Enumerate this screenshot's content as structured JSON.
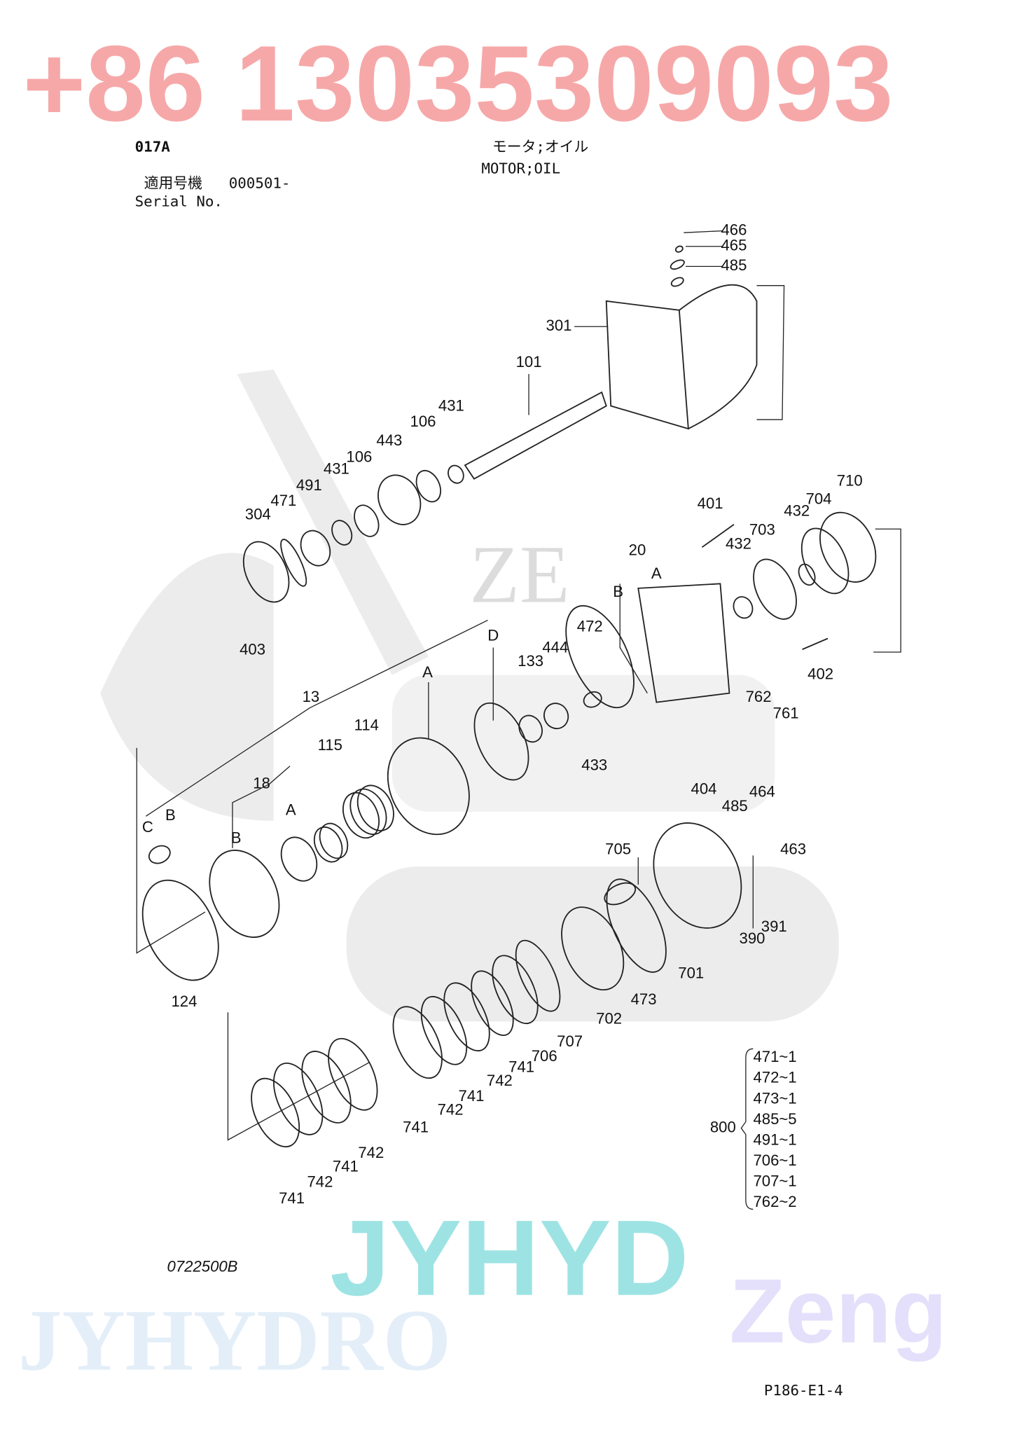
{
  "header": {
    "page_code": "017A",
    "title_jp": "モータ;オイル",
    "title_en": "MOTOR;OIL",
    "serial_label_jp": "適用号機",
    "serial_value": "000501-",
    "serial_label_en": "Serial No."
  },
  "watermarks": {
    "phone": "+86 13035309093",
    "brand_bottom": "JYHYD",
    "brand_right": "Zeng",
    "brand_middle": "JYHYDRO",
    "logo_text": "ZE"
  },
  "callouts": {
    "top": [
      "466",
      "465",
      "485",
      "301",
      "101",
      "431",
      "106",
      "443",
      "106",
      "431",
      "491",
      "471",
      "304",
      "403"
    ],
    "valve": [
      "401",
      "710",
      "704",
      "432",
      "703",
      "432",
      "20",
      "A",
      "B",
      "402",
      "762",
      "761"
    ],
    "rotary": [
      "472",
      "444",
      "133",
      "D",
      "A",
      "13",
      "114",
      "115",
      "18",
      "B",
      "A",
      "C",
      "B",
      "433",
      "124"
    ],
    "brake": [
      "404",
      "485",
      "464",
      "463",
      "705",
      "390",
      "391",
      "701",
      "473",
      "702",
      "707",
      "706",
      "741",
      "742",
      "741",
      "742",
      "741",
      "742",
      "741",
      "742",
      "741"
    ]
  },
  "kit": {
    "number": "800",
    "items": [
      "471~1",
      "472~1",
      "473~1",
      "485~5",
      "491~1",
      "706~1",
      "707~1",
      "762~2"
    ]
  },
  "footer": {
    "drawing_no": "0722500B",
    "page_ref": "P186-E1-4"
  },
  "colors": {
    "phone_watermark": "#f59a9a",
    "brand_watermark": "#9ee3e3",
    "blue_callout": "#3a6f8f",
    "purple_callout": "#5a3a8f"
  }
}
